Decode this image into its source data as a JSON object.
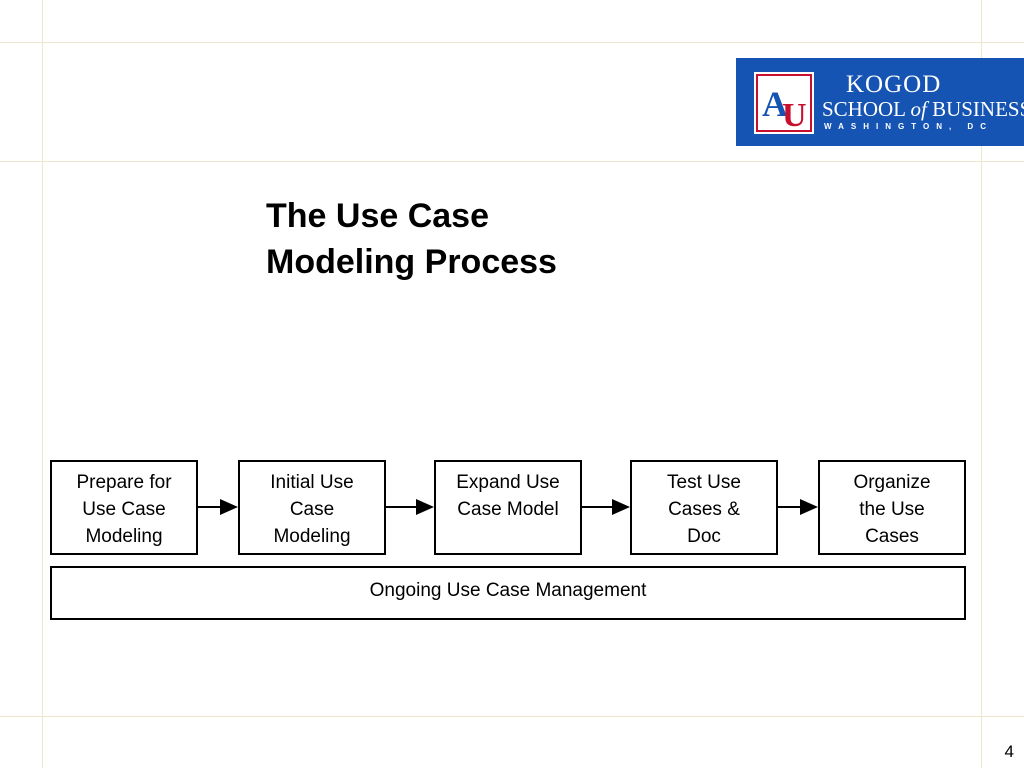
{
  "slide": {
    "title_line1": "The Use Case",
    "title_line2": "Modeling Process",
    "page_number": "4"
  },
  "logo": {
    "mark_text": "AU",
    "line1": "KOGOD",
    "line2_a": "SCHOOL ",
    "line2_of": "of",
    "line2_b": " BUSINESS",
    "line3": "WASHINGTON, DC",
    "colors": {
      "background": "#1554b3",
      "mark_red": "#c8102e",
      "text": "#ffffff"
    }
  },
  "process": {
    "steps": [
      {
        "label": "Prepare for\nUse Case\nModeling"
      },
      {
        "label": "Initial Use\nCase\nModeling"
      },
      {
        "label": "Expand Use\nCase Model"
      },
      {
        "label": "Test Use\nCases &\nDoc"
      },
      {
        "label": "Organize\nthe Use\nCases"
      }
    ],
    "ongoing_label": "Ongoing Use Case Management"
  }
}
